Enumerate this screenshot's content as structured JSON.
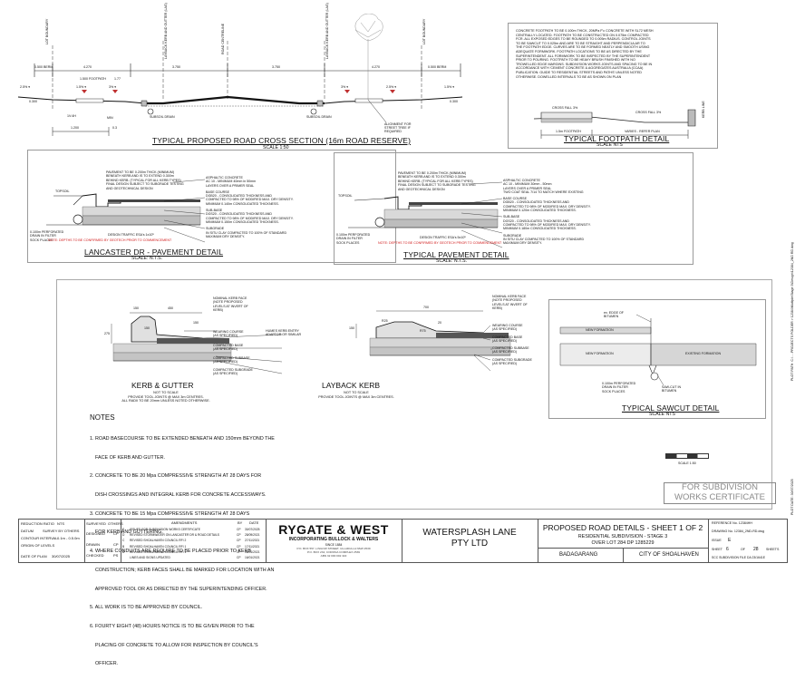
{
  "cross_section": {
    "title": "TYPICAL PROPOSED ROAD CROSS SECTION (16m ROAD RESERVE)",
    "scale": "SCALE 1:50",
    "dims": [
      "0.500 BERM",
      "4.270",
      "3.750",
      "3.750",
      "4.270",
      "0.500 BERM"
    ],
    "labels": [
      "LOT BOUNDARY",
      "LAYBACK KERB AND GUTTER (LAG)",
      "ROAD CENTRELINE",
      "LAYBACK KERB AND GUTTER (LAG)",
      "LOT BOUNDARY"
    ],
    "sub_dims": [
      "1.500 FOOTPATH",
      "1.77"
    ],
    "notes": [
      "SUBSOIL DRAIN",
      "SUBSOIL DRAIN",
      "ALIGNMENT FOR STREET TREE IF REQUIRED"
    ],
    "bottom_dims": [
      "1.200",
      "0.3"
    ],
    "falls": [
      "2.5% ▾",
      "1.5% ▾",
      "3% ▾",
      "3% ▾",
      "2.5% ▾",
      "1.5% ▾"
    ],
    "ext": [
      "0.300",
      "0.300"
    ],
    "min": "MIN",
    "slope": "1V:4H"
  },
  "footpath": {
    "title": "TYPICAL FOOTPATH DETAIL",
    "scale": "SCALE NTS",
    "paragraph": [
      "CONCRETE FOOTPATH TO BE 0.100m THICK, 20MPa F'c CONCRETE WITH SL72 MESH",
      "CENTRALLY LOCATED. FOOTPATH TO BE CONSTRUCTED ON 0.075m COMPACTED",
      "FCR. ALL EXPOSED EDGES TO BE ROUNDED TO 0.005m RADIUS. CONTROL JOINTS",
      "TO BE SAWCUT TO 0.025m AND ARE TO BE STRAIGHT AND PERPENDICULAR TO",
      "THE FOOTPATH EDGE. CURVES ARE TO BE FORMED NEATLY AND SMOOTH USING",
      "ADEQUATE FORMWORK. FOOTPATH LOCATIONS TO BE AS DIRECTED BY THE",
      "SUPERINTENDENT. ALL FORMWORK TO BE INSPECTED BY THE SUPERINTENDENT",
      "PRIOR TO POURING. FOOTPATH TO BE HEAVY BRUSH FINISHED WITH NO",
      "TROWELLED EDGE MARGINS. SUBDIVISION WORKS JOINTS AND SPACING TO BE IN",
      "ACCORDANCE WITH 'CEMENT CONCRETE & AGGREGATES AUSTRALIA (CCAA)",
      "PUBLICATION: GUIDE TO RESIDENTIAL STREETS AND PATHS' UNLESS NOTED",
      "OTHERWISE. DOWELLED INTERVALS TO BE AS SHOWN ON PLAN"
    ],
    "labels": [
      "CROSS FALL 3%",
      "CROSS FALL 3%",
      "KERB LINE",
      "1.5m FOOTPATH",
      "VARIES - REFER PLAN"
    ]
  },
  "lancaster": {
    "title": "LANCASTER DR - PAVEMENT DETAIL",
    "scale": "SCALE: N.T.S.",
    "notes": [
      "PAVEMENT TO BE 0.200m THICK (MINIMUM)",
      "BENEATH KERB AND IS TO EXTEND 0.300m",
      "BEHIND KERB. (TYPICAL FOR ALL KERB TYPES)",
      "FINAL DESIGN SUBJECT TO SUBGRADE TESTING",
      "AND GEOTECHNICAL DESIGN"
    ],
    "layers": [
      "ASPHALTIC CONCRETE",
      "AC 10 - MINIMUM 40mm in 50mm",
      "LAYERS OVER A PRIMER SEAL",
      "BASE COURSE",
      "DGB20 - CONSOLIDATED THICKNESS AND",
      "COMPACTED TO 98% OF MODIFIED MAX. DRY DENSITY.",
      "MINIMUM 0.140m CONSOLIDATED THICKNESS.",
      "SUB-BASE",
      "DGS20 - CONSOLIDATED THICKNESS AND",
      "COMPACTED TO 98% OF MODIFIED MAX. DRY DENSITY.",
      "MINIMUM 0.150m CONSOLIDATED THICKNESS.",
      "SUBGRADE",
      "IN SITU CLAY COMPACTED TO 100% OF STANDARD",
      "MAXIMUM DRY DENSITY."
    ],
    "topsoil": "TOPSOIL",
    "drain": [
      "0.100m PERFORATED",
      "DRAIN IN FILTER",
      "SOCK PLACES"
    ],
    "design": "DESIGN TRAFFIC ESA's 1x10⁵",
    "red": "NOTE: DEPTHS TO BE CONFIRMED BY GEOTECH PRIOR TO COMMENCEMENT"
  },
  "typical_pavement": {
    "title": "TYPICAL PAVEMENT DETAIL",
    "scale": "SCALE: N.T.S.",
    "notes": [
      "PAVEMENT TO BE 0.200m THICK (MINIMUM)",
      "BENEATH KERB AND IS TO EXTEND 0.300m",
      "BEHIND KERB. (TYPICAL FOR ALL KERB TYPES)",
      "FINAL DESIGN SUBJECT TO SUBGRADE TESTING",
      "AND GEOTECHNICAL DESIGN"
    ],
    "layers": [
      "ASPHALTIC CONCRETE",
      "AC 10 - MINIMUM 30mm - 50mm",
      "LAYERS OVER A PRIMER SEAL",
      "TWO COAT SEAL 7/14 TO MATCH WHERE EXISTING",
      "BASE COURSE",
      "DGB20 - CONSOLIDATED THICKNESS AND",
      "COMPACTED TO 98% OF MODIFIED MAX. DRY DENSITY.",
      "MINIMUM 0.120m CONSOLIDATED THICKNESS.",
      "SUB-BASE",
      "DGS20 - CONSOLIDATED THICKNESS AND",
      "COMPACTED TO 98% OF MODIFIED MAX. DRY DENSITY.",
      "MINIMUM 0.180m CONSOLIDATED THICKNESS.",
      "SUBGRADE",
      "IN SITU CLAY COMPACTED TO 100% OF STANDARD",
      "MAXIMUM DRY DENSITY."
    ],
    "topsoil": "TOPSOIL",
    "drain": [
      "0.100m PERFORATED",
      "DRAIN IN FILTER",
      "SOCK PLACES"
    ],
    "design": "DESIGN TRAFFIC ESA's 5x10⁵",
    "red": "NOTE: DEPTHS TO BE CONFIRMED BY GEOTECH PRIOR TO COMMENCEMENT"
  },
  "kerb": {
    "title": "KERB & GUTTER",
    "sub": [
      "NOT TO SCALE",
      "PROVIDE TOOL JOINTS @ MAX 3m CENTRES.",
      "ALL RADII TO BE 20mm UNLESS NOTED OTHERWISE."
    ],
    "labels": [
      "NOMINAL KERB FACE",
      "(NOTE PROPOSED",
      "LEVELS AT INVERT OF",
      "KERB)",
      "WEARING COURSE",
      "(AS SPECIFIED)",
      "COMPACTED BASE",
      "(AS SPECIFIED)",
      "COMPACTED SUBBASE",
      "(AS SPECIFIED)",
      "COMPACTED SUBGRADE",
      "(AS SPECIFIED)"
    ],
    "dims": [
      "150",
      "450",
      "150",
      "275",
      "150"
    ]
  },
  "layback": {
    "title": "LAYBACK KERB",
    "sub": [
      "NOT TO SCALE",
      "PROVIDE TOOL JOINTS @ MAX 3m CENTRES."
    ],
    "labels": [
      "NOMINAL KERB FACE",
      "(NOTE PROPOSED",
      "LEVELS AT INVERT OF",
      "KERB)",
      "HUMES KERB ENTRY",
      "ADAPTOR OR SIMILAR",
      "WEARING COURSE",
      "(AS SPECIFIED)",
      "COMPACTED BASE",
      "(AS SPECIFIED)",
      "COMPACTED SUBBASE",
      "(AS SPECIFIED)",
      "COMPACTED SUBGRADE",
      "(AS SPECIFIED)"
    ],
    "dims": [
      "700",
      "R25",
      "R75",
      "150",
      "20"
    ]
  },
  "sawcut": {
    "title": "TYPICAL SAWCUT DETAIL",
    "scale": "SCALE NTS",
    "labels": [
      "ex. EDGE OF",
      "BITUMEN",
      "NEW FORMATION",
      "NEW FORMATION",
      "EXISTING FORMATION",
      "0.100m PERFORATED",
      "DRAIN IN FILTER",
      "SOCK PLACES",
      "SAW-CUT IN",
      "BITUMEN"
    ]
  },
  "notes": {
    "title": "NOTES",
    "items": [
      "1. ROAD BASECOURSE TO BE EXTENDED BENEATH AND 150mm BEYOND THE",
      "    FACE OF KERB AND GUTTER.",
      "2. CONCRETE TO BE 20 Mpa COMPRESSIVE STRENGTH AT 28 DAYS FOR",
      "    DISH CROSSINGS AND INTEGRAL KERB FOR CONCRETE ACCESSWAYS.",
      "3. CONCRETE TO BE 15 Mpa COMPRESSIVE STRENGTH AT 28 DAYS",
      "    FOR KERB AND GUTTERING.",
      "4. WHERE CONDUITS ARE REQUIRE TO BE PLACED PRIOR TO KERB",
      "    CONSTRUCTION; KERB FACES SHALL BE MARKED FOR LOCATION WITH AN",
      "    APPROVED TOOL OR AS DIRECTED BY THE SUPERINTENDING OFFICER.",
      "5. ALL WORK IS TO BE APPROVED BY COUNCIL.",
      "6. FOURTY EIGHT (48) HOURS NOTICE IS TO BE GIVEN PRIOR TO THE",
      "    PLACING OF CONCRETE TO ALLOW FOR INSPECTION BY COUNCIL'S",
      "    OFFICER."
    ]
  },
  "scale_bar": "SCALE 1:50",
  "stamp": "FOR SUBDIVISION WORKS CERTIFICATE",
  "side_text": [
    "PLOT PATH: C:\\.....PROJECTS FOLDER > 12384\\Multiple\\Stage 3\\Design\\12384_2ND RD.dwg",
    "PLOT DATE: 30/07/2025"
  ],
  "title_block": {
    "left": [
      [
        "REDUCTION RATIO",
        "NTS"
      ],
      [
        "DATUM",
        "SURVEY BY OTHERS"
      ],
      [
        "CONTOUR INTERVAL",
        "0.1m - 0.5.0m"
      ],
      [
        "ORIGIN OF LEVELS",
        ""
      ],
      [
        "DATE OF PLAN",
        "30/07/2025"
      ]
    ],
    "sig": [
      [
        "SURVEYED",
        "OTHERS"
      ],
      [
        "DESIGNED",
        "CP"
      ],
      [
        "DRAWN",
        "CP"
      ],
      [
        "CHECKED",
        "PS"
      ]
    ],
    "amend_head": [
      "",
      "AMENDMENTS",
      "",
      "BY",
      "DATE"
    ],
    "amendments": [
      [
        "E",
        "ISSUED FOR SUBDIVISION WORKS CERTIFICATE",
        "CP",
        "30/07/2025"
      ],
      [
        "D",
        "REVISED STORMWATER ON LANCASTER DR & ROAD DETAILS",
        "CP",
        "28/09/2021"
      ],
      [
        "C",
        "REVISED SHOALHAVEN COUNCIL RFI 2",
        "CP",
        "27/11/2021"
      ],
      [
        "B",
        "REVISED SHOALHAVEN COUNCIL RFI 1",
        "CP",
        "17/11/2021"
      ],
      [
        "A",
        "REVISED SHOALHAVEN COUNCIL RFI 1",
        "CP",
        "08/01/2021"
      ],
      [
        "",
        "LINES AND SIGNS UPDATED",
        "CP",
        "16/01/2021"
      ]
    ],
    "company": "RYGATE & WEST",
    "company_sub": "INCORPORATING BULLOCK & WALTERS",
    "company_est": "SINCE 1884",
    "company_addr": [
      "P.O. BOX 557, LISGOW STREET, ULLADULLA NSW 2539",
      "P.O. BOX 234, CORONA COMPLEX 2539",
      "ABN 32 000 002 322"
    ],
    "client": "WATERSPLASH LANE PTY LTD",
    "drawing_title": "PROPOSED ROAD DETAILS - SHEET 1 OF 2",
    "drawing_sub": "RESIDENTIAL SUBDIVISION - STAGE 3",
    "drawing_lot": "OVER LOT 284    DP 1285229",
    "locality": "BADAGARANG",
    "council": "CITY OF SHOALHAVEN",
    "ref": "REFERENCE No. 12384HH",
    "drawing_no": "DRAWING No. 12384_2ND-RD.dwg",
    "issue_label": "ISSUE",
    "issue": "E",
    "sheet_label": "SHEET",
    "sheet": "6",
    "of_label": "OF",
    "sheets": "28",
    "sheets_label": "SHEETS",
    "scc": "SCC SUBDIVISION FILE DA 23/1641E"
  }
}
